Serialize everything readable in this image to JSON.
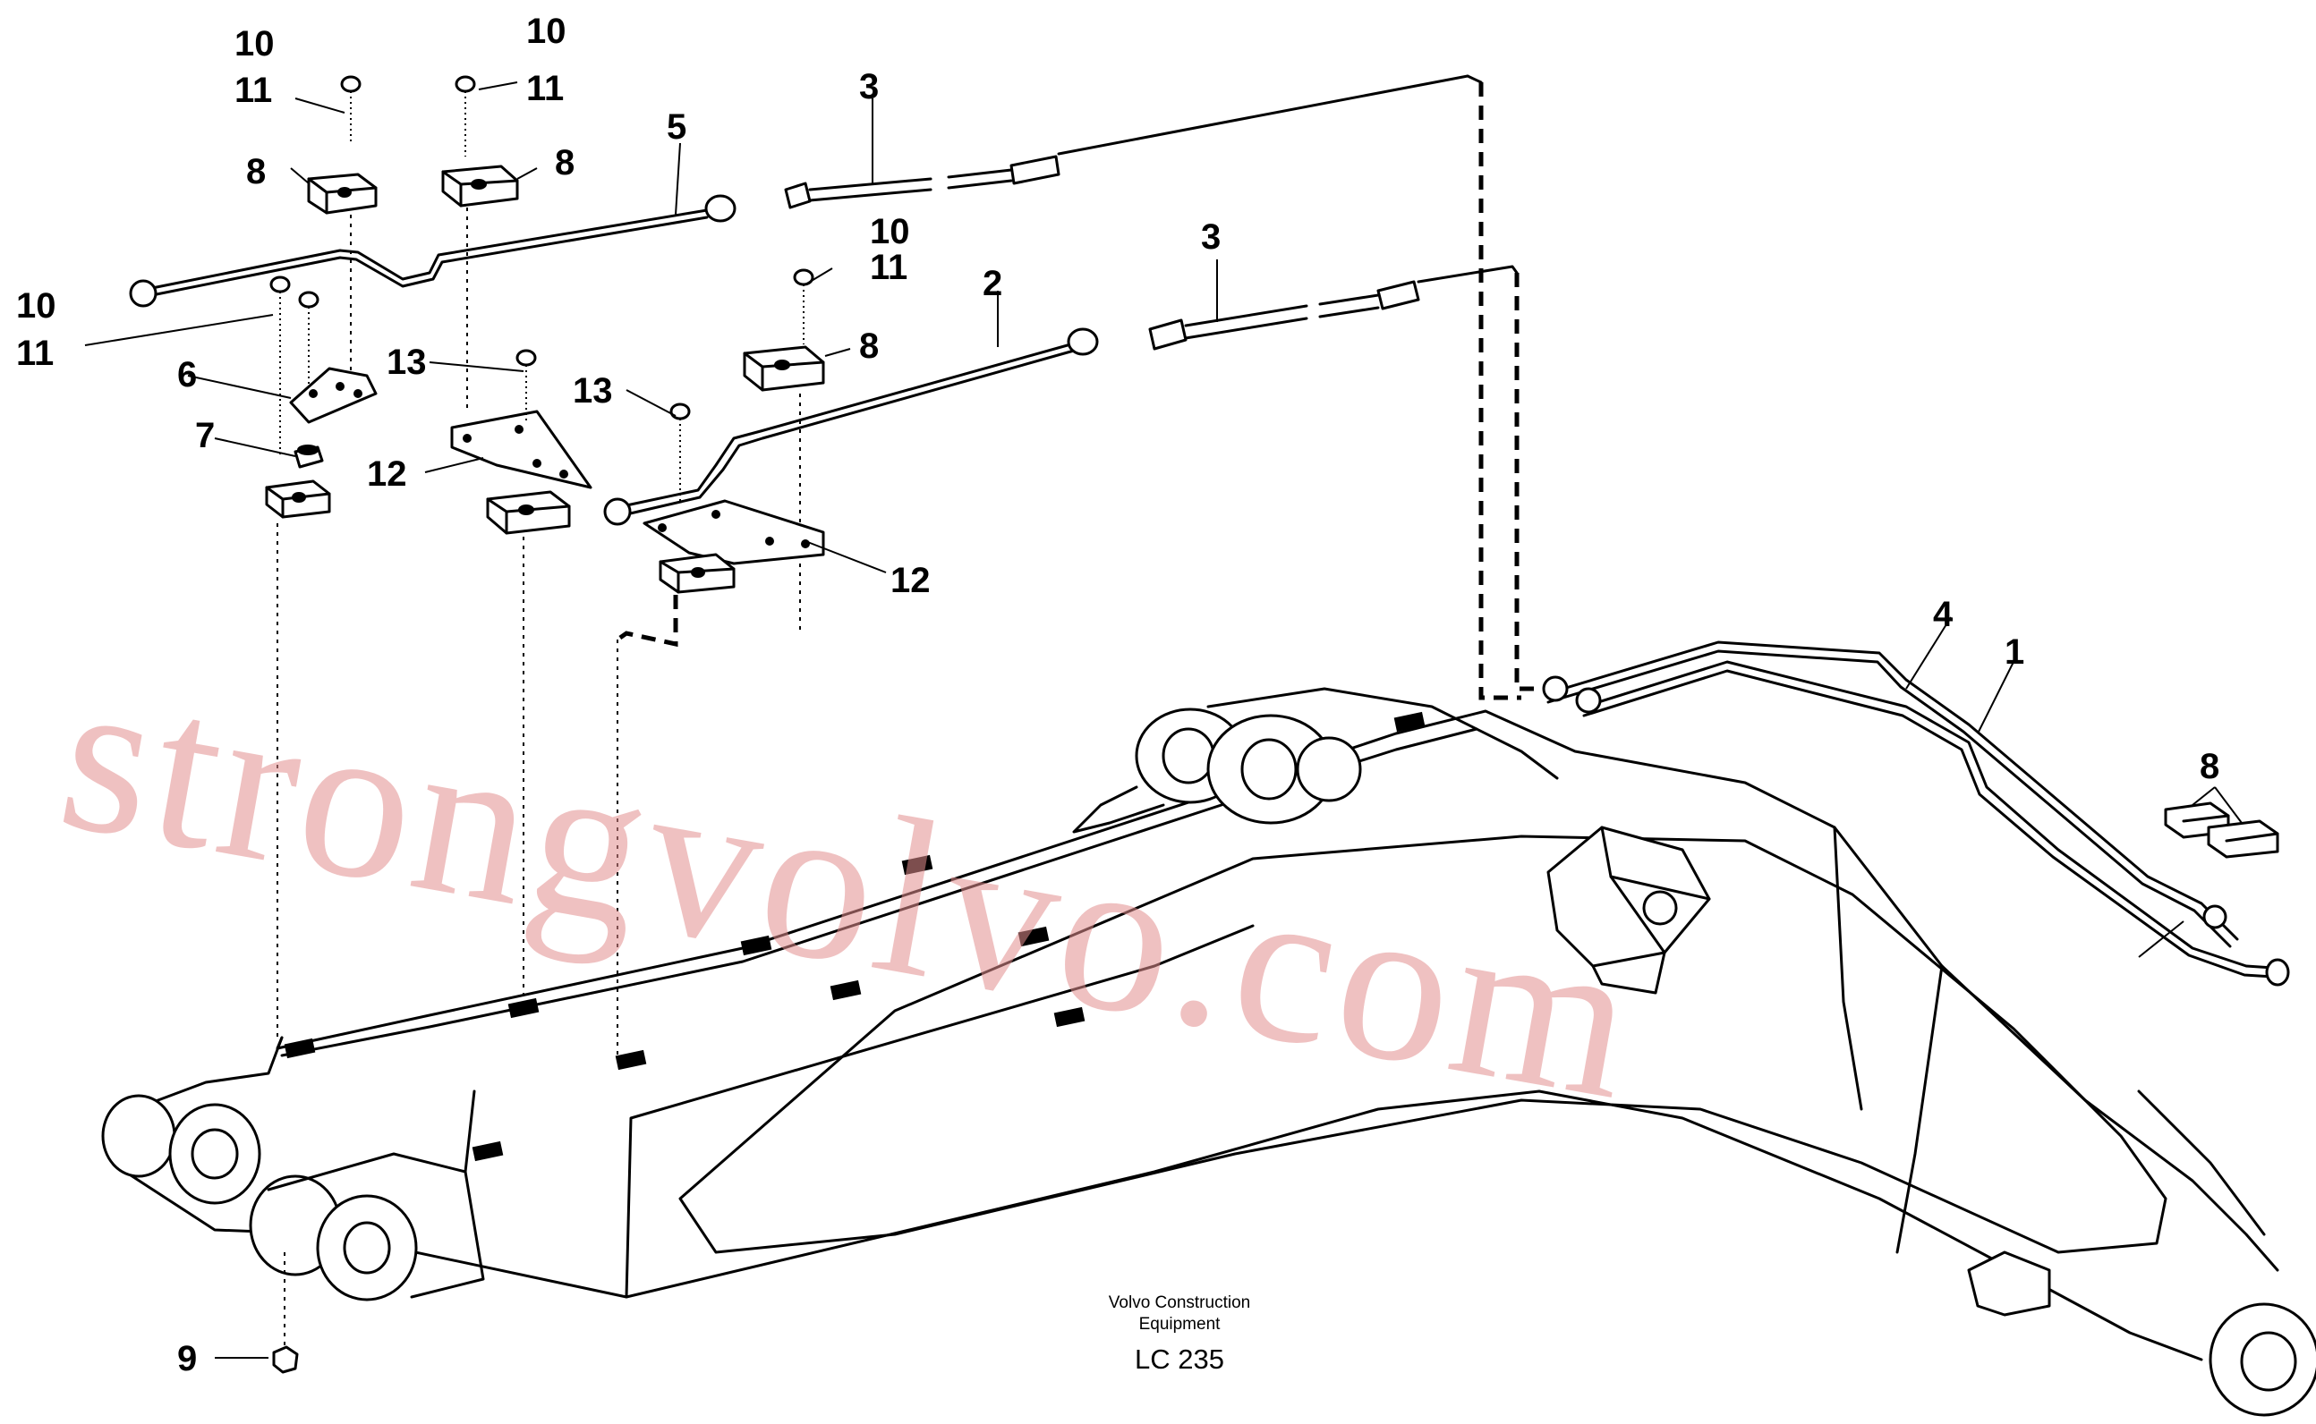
{
  "callouts": [
    {
      "id": "c-10a",
      "text": "10"
    },
    {
      "id": "c-11a",
      "text": "11"
    },
    {
      "id": "c-10b",
      "text": "10"
    },
    {
      "id": "c-11b",
      "text": "11"
    },
    {
      "id": "c-8a",
      "text": "8"
    },
    {
      "id": "c-8b",
      "text": "8"
    },
    {
      "id": "c-5",
      "text": "5"
    },
    {
      "id": "c-3a",
      "text": "3"
    },
    {
      "id": "c-10c",
      "text": "10"
    },
    {
      "id": "c-11c",
      "text": "11"
    },
    {
      "id": "c-3b",
      "text": "3"
    },
    {
      "id": "c-2",
      "text": "2"
    },
    {
      "id": "c-10d",
      "text": "10"
    },
    {
      "id": "c-11d",
      "text": "11"
    },
    {
      "id": "c-6",
      "text": "6"
    },
    {
      "id": "c-13a",
      "text": "13"
    },
    {
      "id": "c-8c",
      "text": "8"
    },
    {
      "id": "c-7",
      "text": "7"
    },
    {
      "id": "c-13b",
      "text": "13"
    },
    {
      "id": "c-12a",
      "text": "12"
    },
    {
      "id": "c-12b",
      "text": "12"
    },
    {
      "id": "c-4",
      "text": "4"
    },
    {
      "id": "c-1",
      "text": "1"
    },
    {
      "id": "c-8d",
      "text": "8"
    },
    {
      "id": "c-9",
      "text": "9"
    }
  ],
  "caption": {
    "line1": "Volvo Construction",
    "line2": "Equipment",
    "code": "LC 235"
  },
  "watermark": "strongvolvo.com"
}
